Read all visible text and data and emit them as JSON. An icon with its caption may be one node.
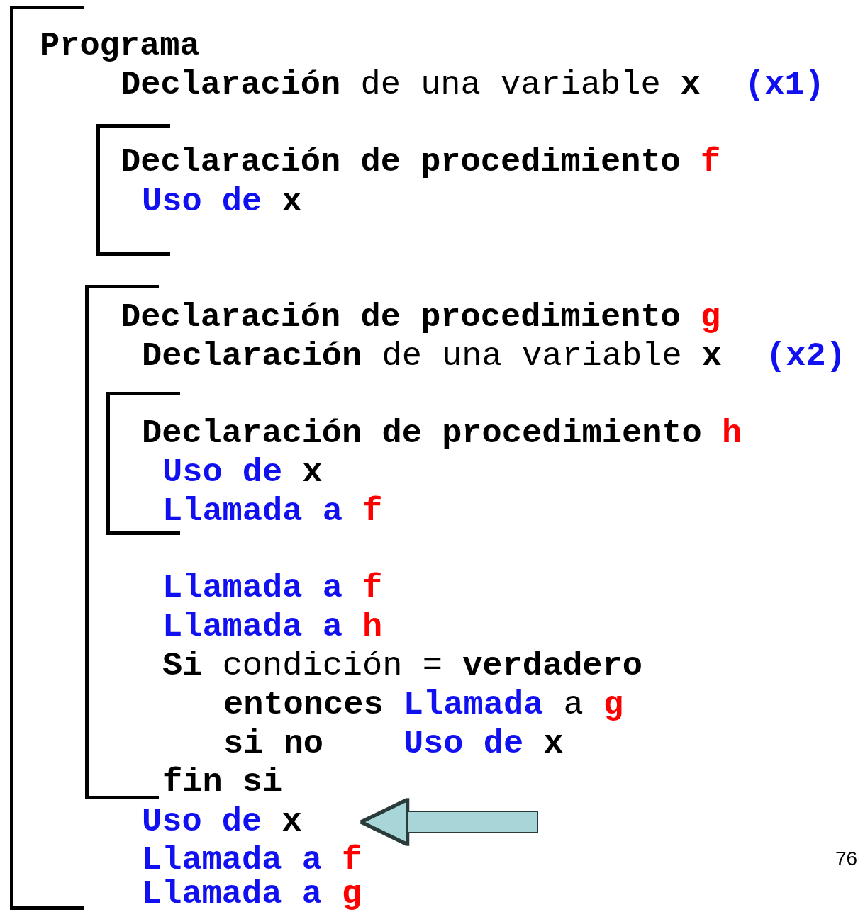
{
  "diagram": {
    "nodes": [
      {
        "text": [
          "Programa",
          "Declaración de una variable x (x1)",
          "Llamada a f",
          "Llamada a g"
        ]
      },
      {
        "text": [
          "Declaración de procedimiento f",
          "Uso de x"
        ],
        "in": 0
      },
      {
        "text": [
          "Declaración de procedimiento g",
          "Declaración de una variable x (x2)",
          "Llamada a f",
          "Llamada a h",
          "Si condición = verdadero",
          "entonces Llamada a g",
          "si no Uso de x",
          "fin si"
        ],
        "in": 0
      },
      {
        "text": [
          "Declaración de procedimiento h",
          "Uso de x",
          "Llamada a f"
        ],
        "in": 2
      },
      {
        "text": [
          "Uso de x"
        ],
        "in": 0
      }
    ],
    "edges": [
      {
        "from": null,
        "to": 4,
        "arrow": "to"
      }
    ],
    "labels": [
      "76"
    ]
  }
}
